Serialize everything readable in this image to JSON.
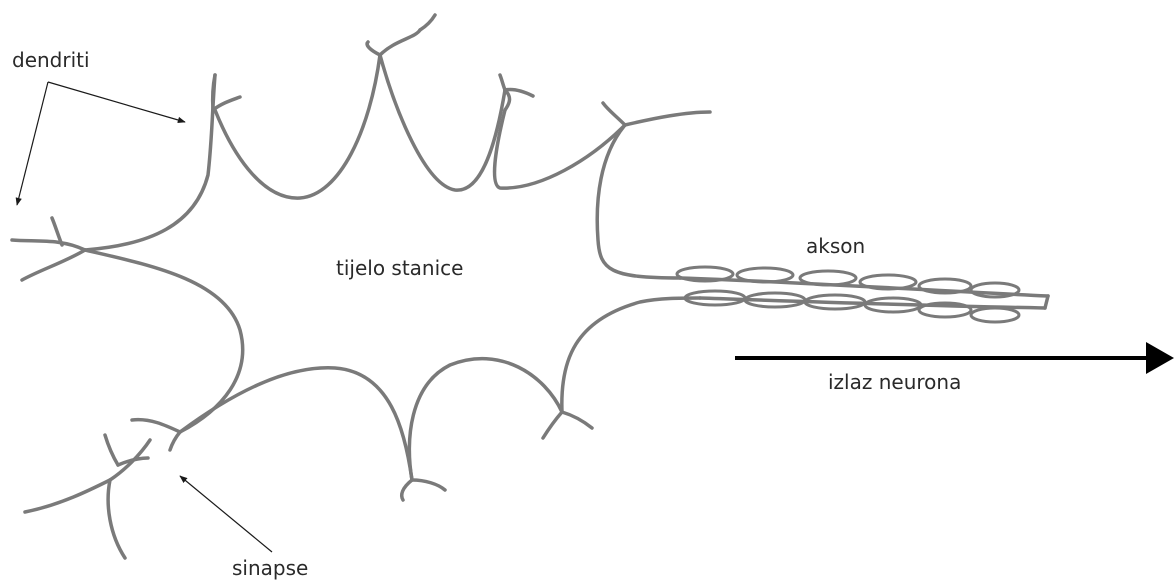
{
  "labels": {
    "dendrites": "dendriti",
    "cell_body": "tijelo stanice",
    "axon": "akson",
    "output": "izlaz neurona",
    "synapses": "sinapse"
  },
  "colors": {
    "neuron_outline": "#7a7a7a",
    "annotation_arrow": "#1a1a1a",
    "output_arrow": "#000000",
    "text": "#2a2a2a",
    "background": "#ffffff"
  }
}
